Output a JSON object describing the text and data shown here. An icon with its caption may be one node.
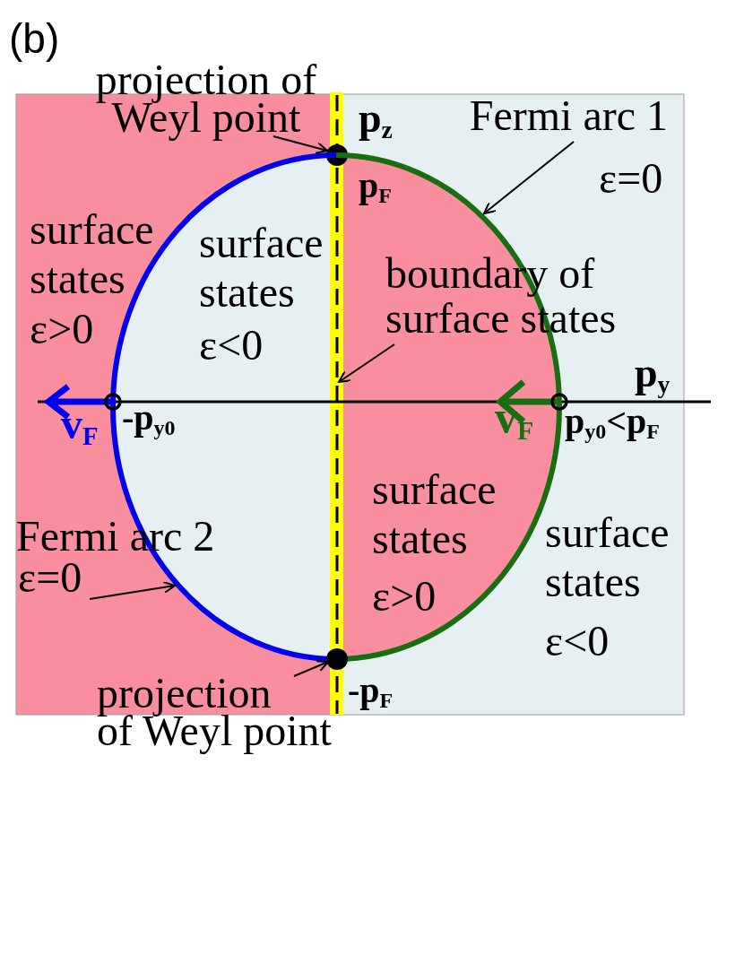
{
  "diagram": {
    "nodes": [
      {
        "text": [
          "projection of Weyl point"
        ]
      },
      {
        "text": [],
        "shape": "circle"
      },
      {
        "text": [
          "Fermi arc 1"
        ],
        "beside": [
          "ε=0"
        ]
      },
      {
        "text": [],
        "shape": "curve"
      },
      {
        "text": [
          "boundary of surface states"
        ]
      },
      {
        "text": [],
        "shape": "line"
      },
      {
        "text": [
          "Fermi arc 2"
        ],
        "beside": [
          "ε=0"
        ]
      },
      {
        "text": [],
        "shape": "curve"
      },
      {
        "text": [
          "projection of Weyl point"
        ]
      },
      {
        "text": [],
        "shape": "circle"
      }
    ],
    "edges": [
      {
        "from": 0,
        "to": 1,
        "arrow": "to"
      },
      {
        "from": 2,
        "to": 7,
        "arrow": "to"
      },
      {
        "from": 4,
        "to": 5,
        "arrow": "to"
      },
      {
        "from": 6,
        "to": 3,
        "arrow": "to"
      },
      {
        "from": 8,
        "to": 9,
        "arrow": "to"
      }
    ],
    "labels": [
      "(b)",
      "p$_{z}$",
      "p$_{F}$",
      "surface states",
      "ε>0",
      "surface states",
      "ε<0",
      "p$_{y}$",
      "v$_{F}$",
      "-p$_{y0}$",
      "v$_{F}$",
      "p$_{y0}$<p$_{F}$",
      "surface states",
      "ε>0",
      "surface states",
      "ε<0",
      "-p$_{F}$"
    ]
  }
}
